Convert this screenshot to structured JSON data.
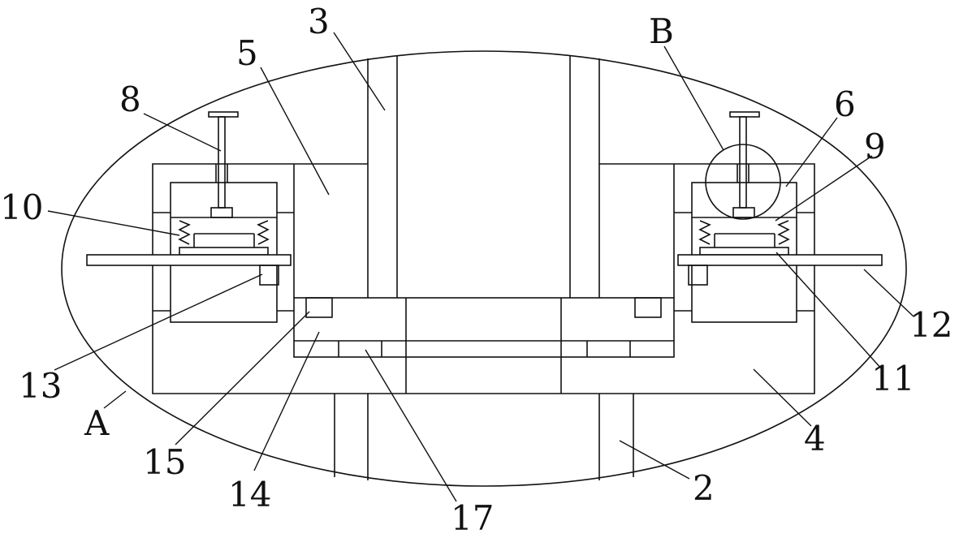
{
  "figure": {
    "labels": {
      "n2": "2",
      "n3": "3",
      "n4": "4",
      "n5": "5",
      "n6": "6",
      "n8": "8",
      "n9": "9",
      "n10": "10",
      "n11": "11",
      "n12": "12",
      "n13": "13",
      "n14": "14",
      "n15": "15",
      "n17": "17",
      "A": "A",
      "B": "B"
    }
  }
}
